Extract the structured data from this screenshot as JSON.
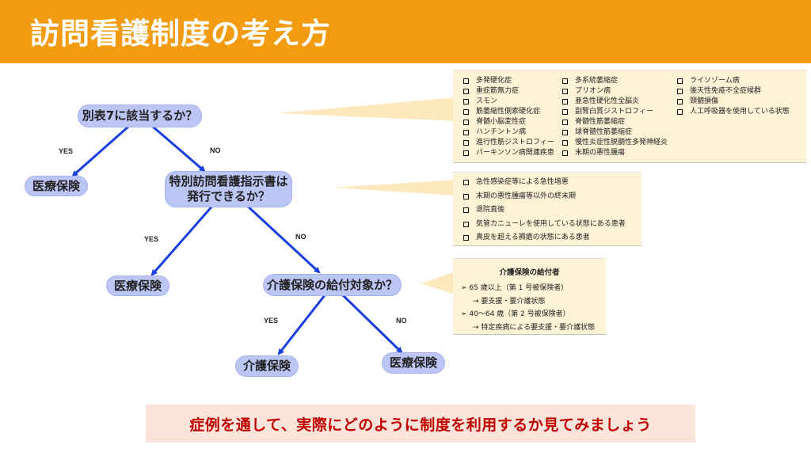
{
  "header": {
    "title": "訪問看護制度の考え方"
  },
  "flowchart": {
    "q1": "別表7に該当するか？",
    "q1_yes_label": "YES",
    "q1_no_label": "NO",
    "q1_yes_result": "医療保険",
    "q2_line1": "特別訪問看護指示書は",
    "q2_line2": "発行できるか？",
    "q2_yes_label": "YES",
    "q2_no_label": "NO",
    "q2_yes_result": "医療保険",
    "q3": "介護保険の給付対象か？",
    "q3_yes_label": "YES",
    "q3_no_label": "NO",
    "q3_yes_result": "介護保険",
    "q3_no_result": "医療保険",
    "arrow_color": "#1a3fe0",
    "node_color": "#bcc6f5"
  },
  "beppyo7_box": {
    "col1": [
      "多発硬化症",
      "重症筋無力症",
      "スモン",
      "筋萎縮性側索硬化症",
      "脊髄小脳変性症",
      "ハンチントン病",
      "進行性筋ジストロフィー",
      "パーキンソン病関連疾患"
    ],
    "col2": [
      "多系統萎縮症",
      "プリオン病",
      "亜急性硬化性全脳炎",
      "副腎白質ジストロフィー",
      "脊髄性筋萎縮症",
      "球脊髄性筋萎縮症",
      "慢性炎症性脱髄性多発神経炎",
      "末期の悪性腫瘍"
    ],
    "col3": [
      "ライソゾーム病",
      "後天性免疫不全症候群",
      "頸髄損傷",
      "人工呼吸器を使用している状態"
    ]
  },
  "tokubetsu_box": {
    "items": [
      "急性感染症等による急性増悪",
      "末期の悪性腫瘍等以外の終末期",
      "退院直後",
      "気管カニューレを使用している状態にある患者",
      "真皮を超える褥瘡の状態にある患者"
    ]
  },
  "kaigo_box": {
    "title": "介護保険の給付者",
    "lines": [
      "➢  65 歳以上（第 1 号被保険者）",
      "→ 要支援・要介護状態",
      "➢  40～64 歳（第 2 号被保険者）",
      "→ 特定疾病による要支援・要介護状態"
    ]
  },
  "banner": {
    "text": "症例を通して、実際にどのように制度を利用するか見てみましょう"
  },
  "colors": {
    "header": "#f39c12",
    "callout": "#fef3d6",
    "banner_bg": "#fbe4d9",
    "banner_text": "#c00000"
  }
}
